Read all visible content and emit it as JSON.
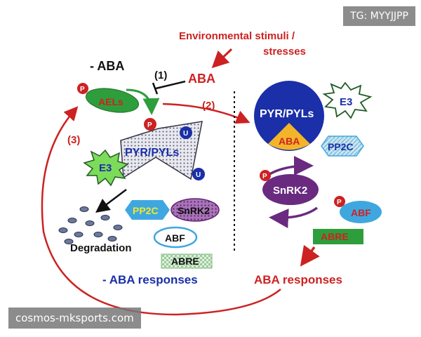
{
  "diagram": {
    "env_stimuli_line1": "Environmental stimuli /",
    "env_stimuli_line2": "stresses",
    "aba": "ABA",
    "minus_aba": "- ABA",
    "step1": "(1)",
    "step2": "(2)",
    "step3": "(3)",
    "aels": "AELs",
    "phospho": "P",
    "ubiquitin": "U",
    "pyr_pyls": "PYR/PYLs",
    "e3": "E3",
    "pp2c": "PP2C",
    "snrk2": "SnRK2",
    "abf": "ABF",
    "abre": "ABRE",
    "degradation": "Degradation",
    "minus_aba_responses": "- ABA responses",
    "aba_responses": "ABA responses"
  },
  "watermarks": {
    "tg": "TG: MYYJJPP",
    "site": "cosmos-mksports.com"
  },
  "colors": {
    "red": "#cc2222",
    "blue": "#1a2fa8",
    "green": "#2e9e3c",
    "yellow": "#f2b52a",
    "purple": "#6a2a80",
    "cyan": "#3fa7e0"
  }
}
